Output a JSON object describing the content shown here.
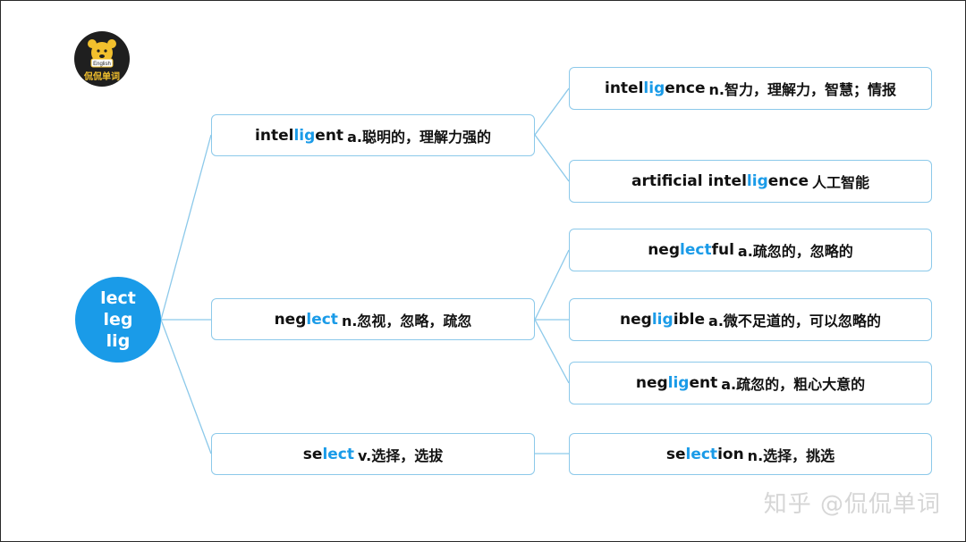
{
  "logo": {
    "text": "侃侃单词",
    "badge": "English"
  },
  "root": {
    "lines": [
      "lect",
      "leg",
      "lig"
    ]
  },
  "level1": [
    {
      "pre": "intel",
      "hl": "lig",
      "post": "ent",
      "def": "a.聪明的，理解力强的"
    },
    {
      "pre": "neg",
      "hl": "lect",
      "post": "",
      "def": "n.忽视，忽略，疏忽"
    },
    {
      "pre": "se",
      "hl": "lect",
      "post": "",
      "def": "v.选择，选拔"
    }
  ],
  "level2": [
    {
      "pre": "intel",
      "hl": "lig",
      "post": "ence",
      "def": "n.智力，理解力，智慧；情报"
    },
    {
      "pre": "artificial intel",
      "hl": "lig",
      "post": "ence",
      "def": "人工智能"
    },
    {
      "pre": "neg",
      "hl": "lect",
      "post": "ful",
      "def": "a.疏忽的，忽略的"
    },
    {
      "pre": "neg",
      "hl": "lig",
      "post": "ible",
      "def": "a.微不足道的，可以忽略的"
    },
    {
      "pre": "neg",
      "hl": "lig",
      "post": "ent",
      "def": "a.疏忽的，粗心大意的"
    },
    {
      "pre": "se",
      "hl": "lect",
      "post": "ion",
      "def": "n.选择，挑选"
    }
  ],
  "watermark": "知乎 @侃侃单词",
  "colors": {
    "accent": "#1a9be8",
    "border": "#8cc9ea",
    "line": "#8cc9ea"
  }
}
